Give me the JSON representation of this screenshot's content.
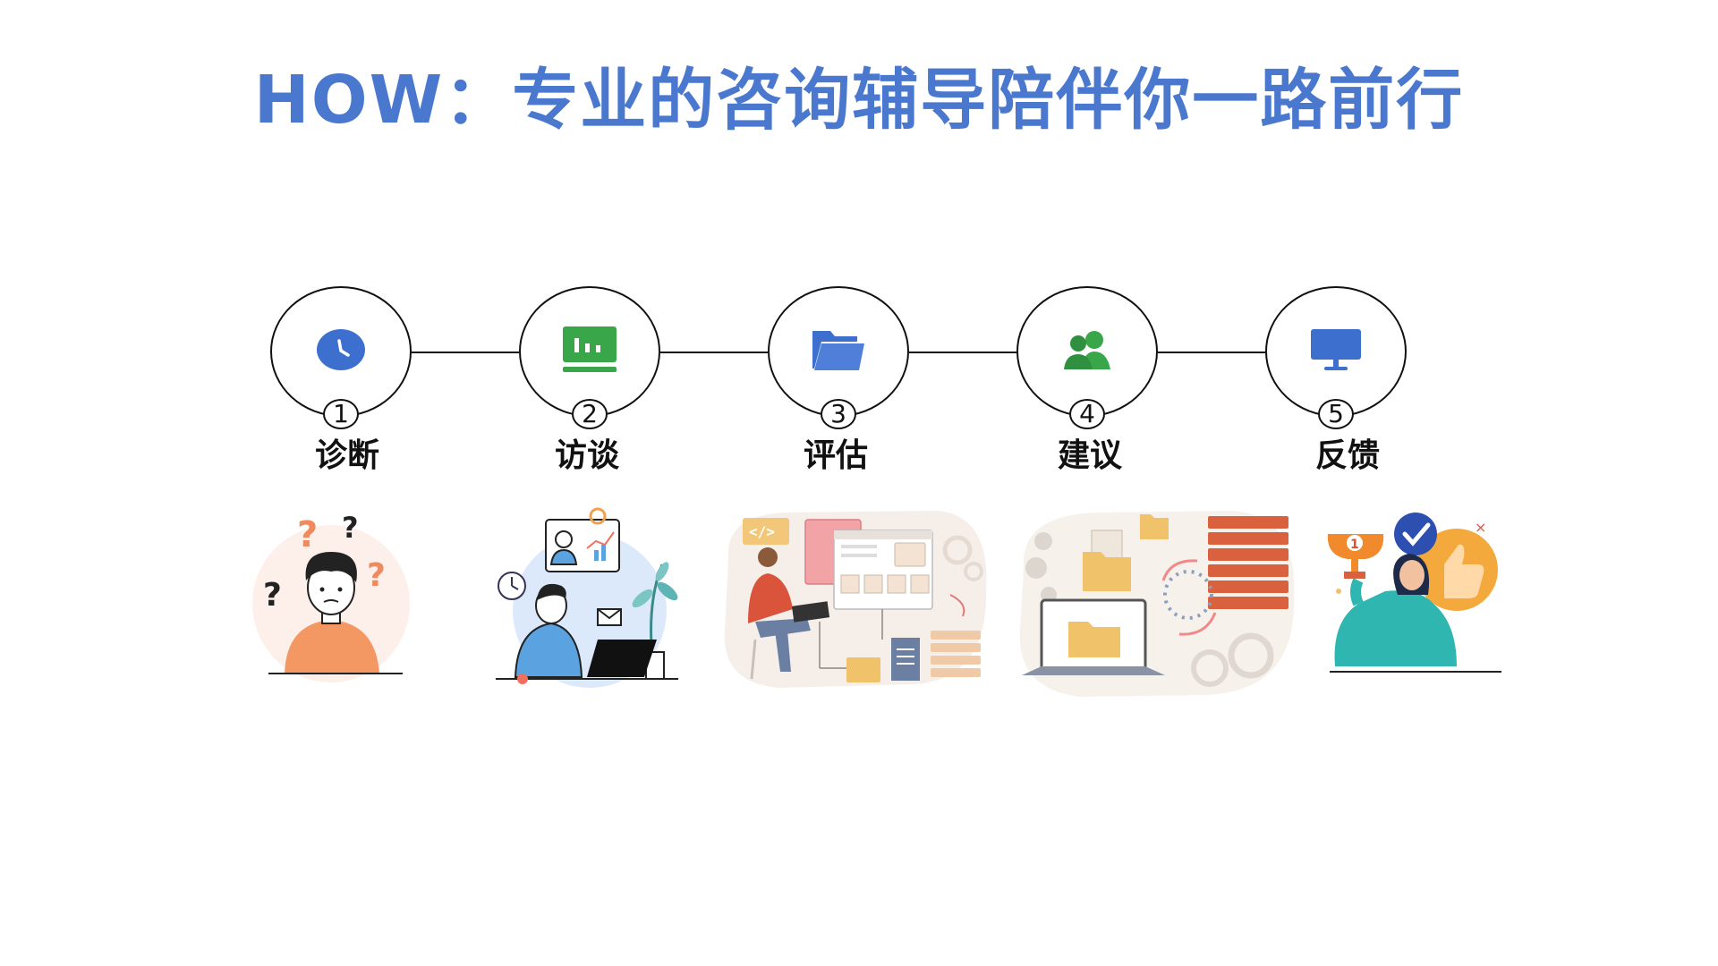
{
  "title": "HOW：专业的咨询辅导陪伴你一路前行",
  "steps": [
    {
      "number": "1",
      "label": "诊断",
      "icon": "clock-icon",
      "icon_color": "#3d6fcf"
    },
    {
      "number": "2",
      "label": "访谈",
      "icon": "chart-presentation-icon",
      "icon_color": "#3aa64a"
    },
    {
      "number": "3",
      "label": "评估",
      "icon": "folder-icon",
      "icon_color": "#3d6fcf"
    },
    {
      "number": "4",
      "label": "建议",
      "icon": "users-icon",
      "icon_color": "#3aa64a"
    },
    {
      "number": "5",
      "label": "反馈",
      "icon": "monitor-icon",
      "icon_color": "#3d6fcf"
    }
  ],
  "illustrations": [
    "confused-person-illustration",
    "video-interview-illustration",
    "data-analysis-illustration",
    "file-processing-illustration",
    "trophy-success-illustration"
  ],
  "colors": {
    "title": "#4a78cf",
    "blue_icon": "#3d6fcf",
    "green_icon": "#3aa64a",
    "line": "#111111"
  }
}
